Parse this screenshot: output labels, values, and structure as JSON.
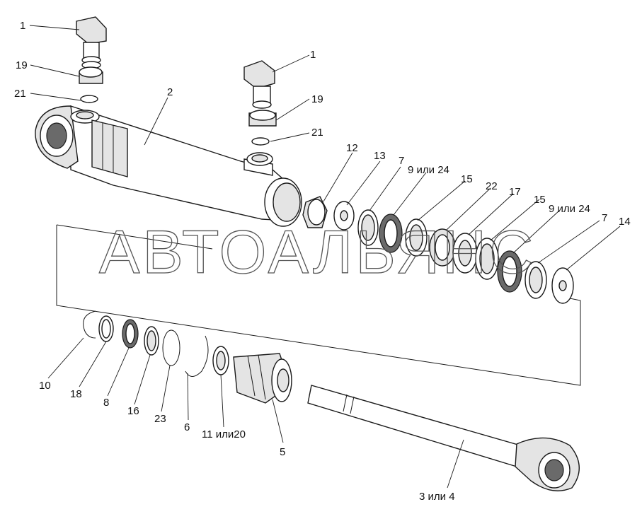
{
  "watermark": "АВТОАЛЬЯНС",
  "callouts": {
    "c1a": "1",
    "c1b": "1",
    "c19a": "19",
    "c19b": "19",
    "c21a": "21",
    "c21b": "21",
    "c2": "2",
    "c12": "12",
    "c13": "13",
    "c7a": "7",
    "c9a": "9 или 24",
    "c15a": "15",
    "c22": "22",
    "c17": "17",
    "c15b": "15",
    "c9b": "9 или 24",
    "c7b": "7",
    "c14": "14",
    "c10": "10",
    "c18": "18",
    "c8": "8",
    "c16": "16",
    "c23": "23",
    "c6": "6",
    "c11": "11 или20",
    "c5": "5",
    "c3": "3 или 4"
  }
}
